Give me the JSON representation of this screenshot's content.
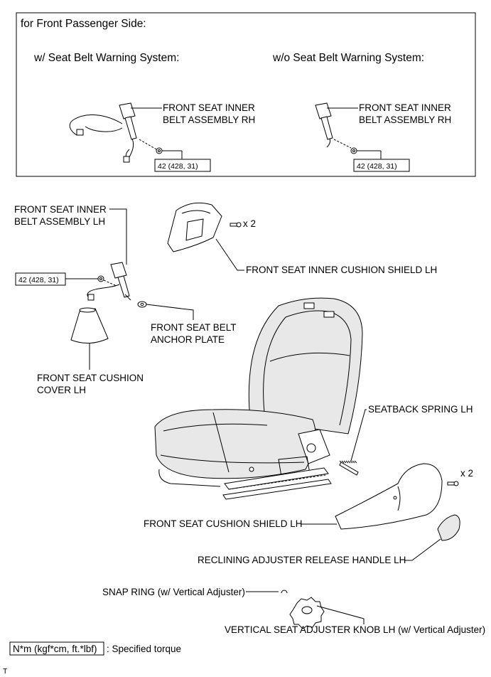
{
  "box": {
    "title": "for Front Passenger Side:",
    "with_warning": "w/ Seat Belt Warning System:",
    "without_warning": "w/o Seat Belt Warning System:"
  },
  "labels": {
    "rh_assembly_1a": "FRONT SEAT INNER",
    "rh_assembly_1b": "BELT ASSEMBLY RH",
    "rh_assembly_2a": "FRONT SEAT INNER",
    "rh_assembly_2b": "BELT ASSEMBLY RH",
    "lh_assembly_a": "FRONT SEAT INNER",
    "lh_assembly_b": "BELT ASSEMBLY LH",
    "inner_cushion_shield": "FRONT SEAT INNER CUSHION SHIELD LH",
    "anchor_plate_a": "FRONT SEAT BELT",
    "anchor_plate_b": "ANCHOR PLATE",
    "cushion_cover_a": "FRONT SEAT CUSHION",
    "cushion_cover_b": "COVER LH",
    "seatback_spring": "SEATBACK SPRING LH",
    "cushion_shield": "FRONT SEAT CUSHION SHIELD LH",
    "release_handle": "RECLINING ADJUSTER RELEASE HANDLE LH",
    "snap_ring": "SNAP RING (w/ Vertical Adjuster)",
    "adjuster_knob": "VERTICAL SEAT ADJUSTER KNOB LH (w/ Vertical Adjuster)",
    "qty_1": "x 2",
    "qty_2": "x 2"
  },
  "torque": {
    "value_1": "42 (428, 31)",
    "value_2": "42 (428, 31)",
    "value_3": "42 (428, 31)"
  },
  "legend": {
    "unit": "N*m (kgf*cm, ft.*lbf)",
    "desc": ": Specified torque"
  },
  "footer": {
    "code": "T"
  }
}
